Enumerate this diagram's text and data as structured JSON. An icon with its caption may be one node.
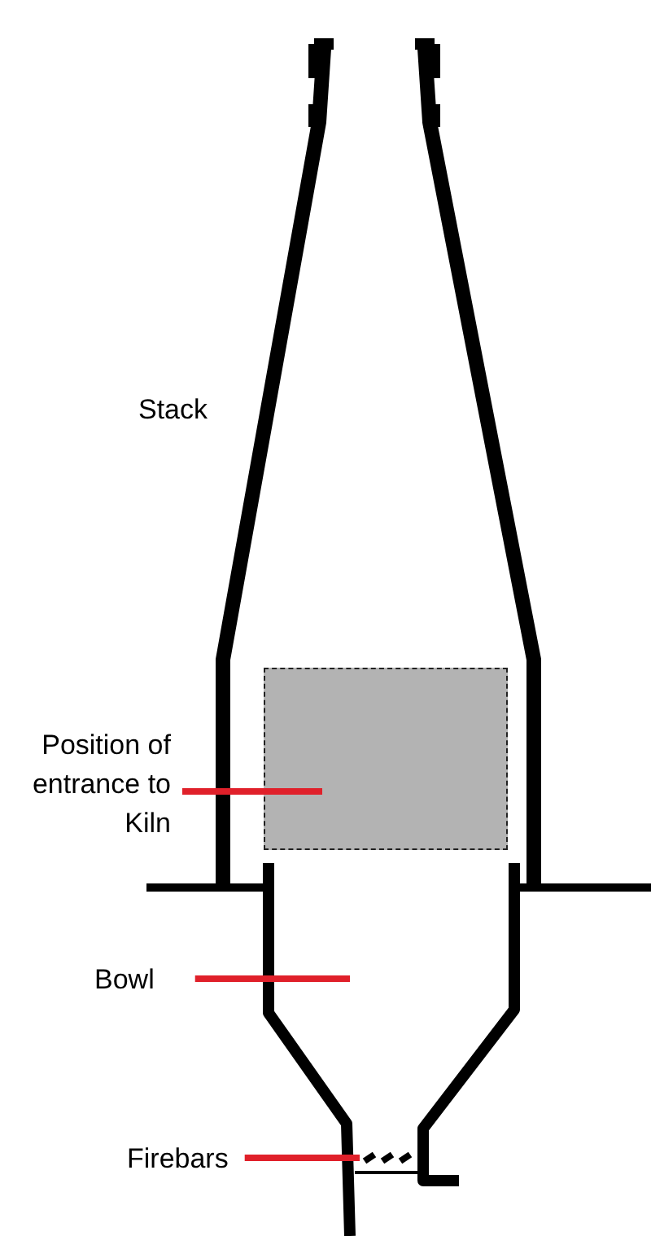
{
  "diagram": {
    "nodes": [
      {
        "text": [
          "Position of entrance to Kiln"
        ]
      },
      {
        "text": [],
        "shape": "box"
      },
      {
        "text": [
          "Bowl"
        ]
      },
      {
        "text": [
          "Firebars"
        ]
      },
      {
        "text": [],
        "shape": "bar"
      }
    ],
    "edges": [
      {
        "from": 0,
        "to": 1,
        "arrow": "none"
      },
      {
        "from": 2,
        "to": null,
        "arrow": "none"
      },
      {
        "from": 3,
        "to": 4,
        "arrow": "none"
      }
    ],
    "labels": [
      "Stack"
    ]
  }
}
